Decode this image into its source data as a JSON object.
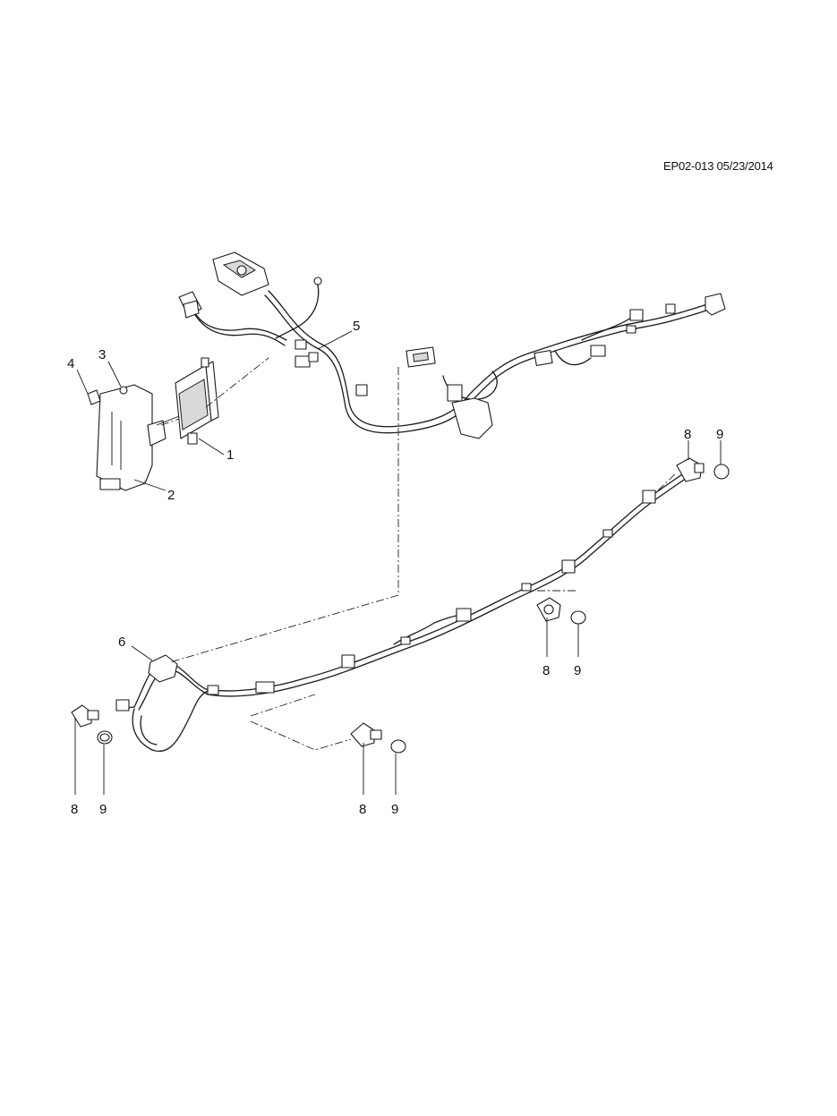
{
  "diagram_code": "EP02-013 05/23/2014",
  "callouts": {
    "c1": "1",
    "c2": "2",
    "c3": "3",
    "c4": "4",
    "c5": "5",
    "c6": "6",
    "c8a": "8",
    "c9a": "9",
    "c8b": "8",
    "c9b": "9",
    "c8c": "8",
    "c9c": "9",
    "c8d": "8",
    "c9d": "9"
  },
  "colors": {
    "line": "#1a1a1a",
    "background": "#ffffff"
  }
}
